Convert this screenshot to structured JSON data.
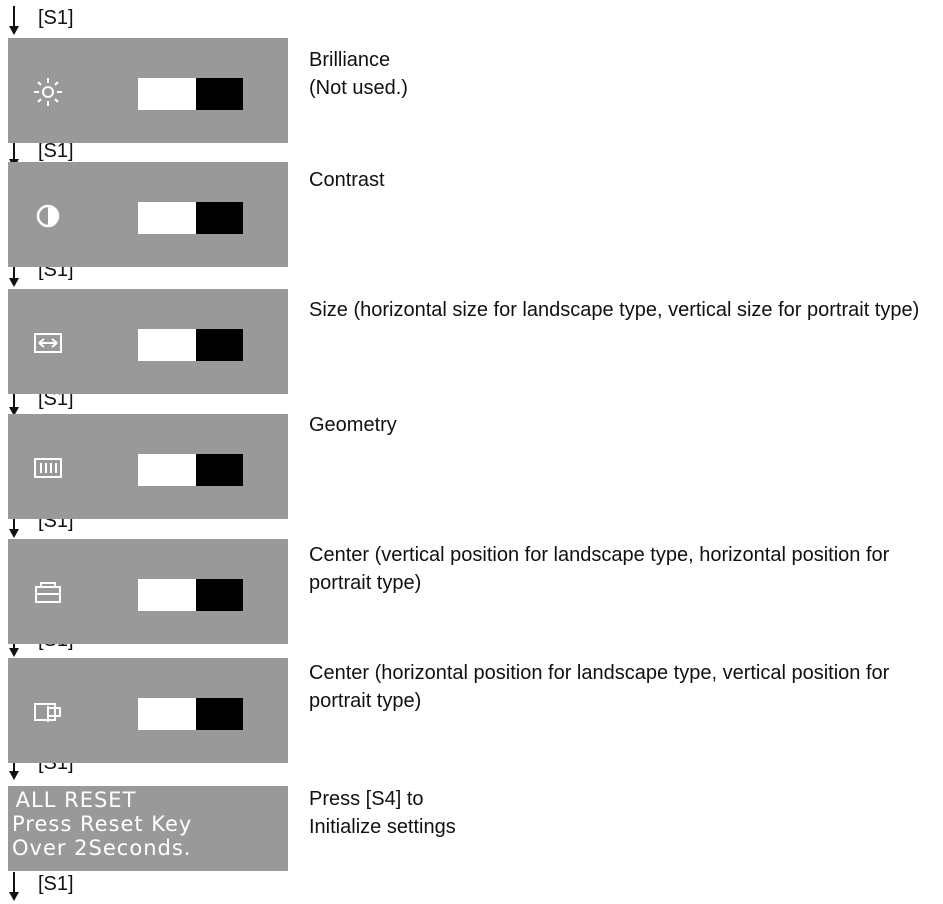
{
  "step_label": "[S1]",
  "entries": [
    {
      "icon": "sun-icon",
      "desc": "Brilliance\n(Not used.)",
      "level": 0.55
    },
    {
      "icon": "half-circle-icon",
      "desc": "Contrast",
      "level": 0.55
    },
    {
      "icon": "horizontal-arrows-icon",
      "desc": "Size (horizontal size for landscape type, vertical size for portrait type)",
      "level": 0.55
    },
    {
      "icon": "geometry-grid-icon",
      "desc": "Geometry",
      "level": 0.55
    },
    {
      "icon": "vertical-center-icon",
      "desc": "Center (vertical position for landscape type, horizontal position for portrait type)",
      "level": 0.55
    },
    {
      "icon": "horizontal-center-icon",
      "desc": "Center (horizontal position for landscape type, vertical position for portrait type)",
      "level": 0.55
    }
  ],
  "reset": {
    "line1": " ALL RESET",
    "line2": "Press Reset Key",
    "line3": "Over 2Seconds.",
    "desc": "Press [S4] to\nInitialize settings"
  },
  "colors": {
    "panel": "#999999",
    "panel_text": "#ffffff",
    "bar_white": "#ffffff",
    "bar_black": "#000000"
  }
}
